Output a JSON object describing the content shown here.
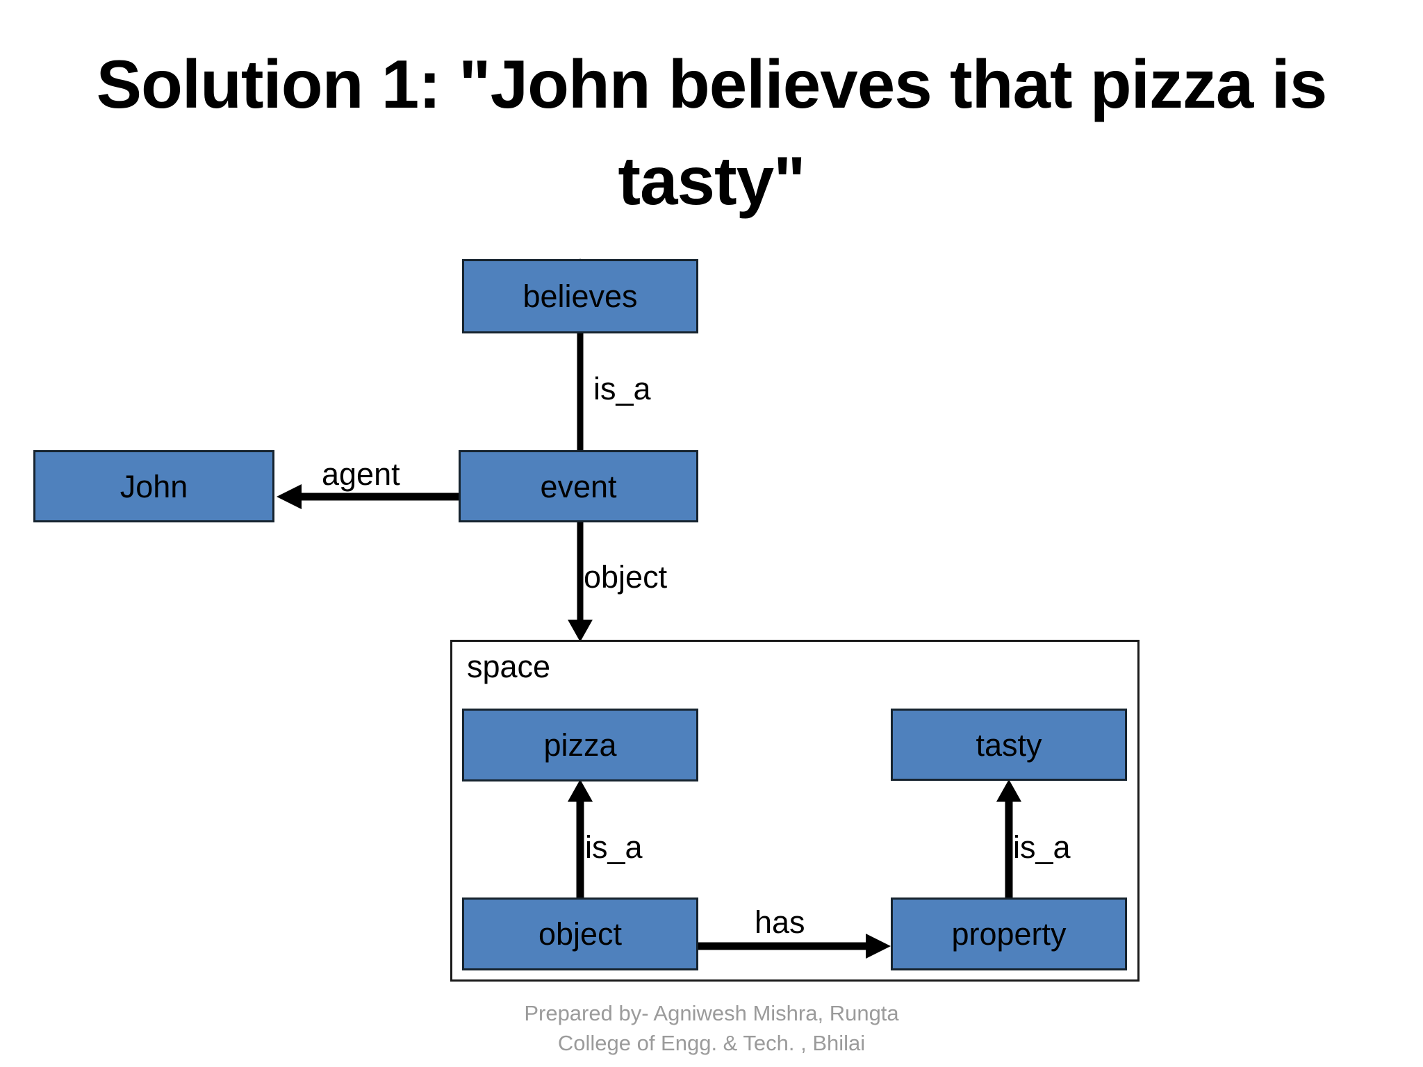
{
  "slide": {
    "title": "Solution 1: \"John believes that pizza is tasty\"",
    "background_color": "#FFFFFF",
    "node_fill_color": "#4F81BD",
    "node_border_color": "#16232E",
    "text_color": "#000000",
    "footer_color": "#9B9B9B"
  },
  "nodes": [
    {
      "id": "believes",
      "label": "believes"
    },
    {
      "id": "john",
      "label": "John"
    },
    {
      "id": "event",
      "label": "event"
    },
    {
      "id": "pizza",
      "label": "pizza"
    },
    {
      "id": "tasty",
      "label": "tasty"
    },
    {
      "id": "object_inner",
      "label": "object"
    },
    {
      "id": "property",
      "label": "property"
    }
  ],
  "container": {
    "id": "space",
    "label": "space"
  },
  "edges": [
    {
      "id": "event-is_a-believes",
      "label": "is_a",
      "from": "event",
      "to": "believes",
      "direction": "up"
    },
    {
      "id": "event-agent-john",
      "label": "agent",
      "from": "event",
      "to": "john",
      "direction": "left"
    },
    {
      "id": "event-object-space",
      "label": "object",
      "from": "event",
      "to": "space",
      "direction": "down"
    },
    {
      "id": "object-is_a-pizza",
      "label": "is_a",
      "from": "object_inner",
      "to": "pizza",
      "direction": "up"
    },
    {
      "id": "property-is_a-tasty",
      "label": "is_a",
      "from": "property",
      "to": "tasty",
      "direction": "up"
    },
    {
      "id": "object-has-property",
      "label": "has",
      "from": "object_inner",
      "to": "property",
      "direction": "right"
    }
  ],
  "footer": {
    "line1": "Prepared by- Agniwesh Mishra, Rungta",
    "line2": "College of Engg. & Tech. , Bhilai"
  }
}
